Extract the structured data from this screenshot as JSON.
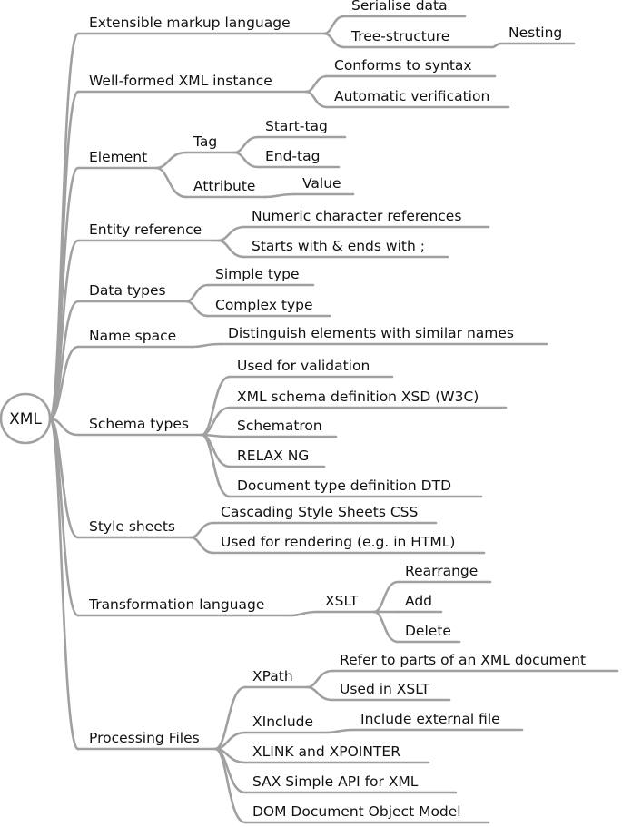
{
  "root": {
    "label": "XML"
  },
  "branches": [
    {
      "label": "Extensible markup language",
      "children": [
        {
          "label": "Serialise data"
        },
        {
          "label": "Tree-structure",
          "children": [
            {
              "label": "Nesting"
            }
          ]
        }
      ]
    },
    {
      "label": "Well-formed XML instance",
      "children": [
        {
          "label": "Conforms to syntax"
        },
        {
          "label": "Automatic verification"
        }
      ]
    },
    {
      "label": "Element",
      "children": [
        {
          "label": "Tag",
          "children": [
            {
              "label": "Start-tag"
            },
            {
              "label": "End-tag"
            }
          ]
        },
        {
          "label": "Attribute",
          "children": [
            {
              "label": "Value"
            }
          ]
        }
      ]
    },
    {
      "label": "Entity reference",
      "children": [
        {
          "label": "Numeric character references"
        },
        {
          "label": "Starts with & ends with ;"
        }
      ]
    },
    {
      "label": "Data types",
      "children": [
        {
          "label": "Simple type"
        },
        {
          "label": "Complex type"
        }
      ]
    },
    {
      "label": "Name space",
      "children": [
        {
          "label": "Distinguish elements with similar names"
        }
      ]
    },
    {
      "label": "Schema types",
      "children": [
        {
          "label": "Used for validation"
        },
        {
          "label": "XML schema definition XSD (W3C)"
        },
        {
          "label": "Schematron"
        },
        {
          "label": "RELAX NG"
        },
        {
          "label": "Document type definition DTD"
        }
      ]
    },
    {
      "label": "Style sheets",
      "children": [
        {
          "label": "Cascading Style Sheets CSS"
        },
        {
          "label": "Used for rendering (e.g. in HTML)"
        }
      ]
    },
    {
      "label": "Transformation language",
      "children": [
        {
          "label": "XSLT",
          "children": [
            {
              "label": "Rearrange"
            },
            {
              "label": "Add"
            },
            {
              "label": "Delete"
            }
          ]
        }
      ]
    },
    {
      "label": "Processing Files",
      "children": [
        {
          "label": "XPath",
          "children": [
            {
              "label": "Refer to parts of an XML document"
            },
            {
              "label": "Used in XSLT"
            }
          ]
        },
        {
          "label": "XInclude",
          "children": [
            {
              "label": "Include external file"
            }
          ]
        },
        {
          "label": "XLINK and XPOINTER"
        },
        {
          "label": "SAX Simple API for XML"
        },
        {
          "label": "DOM Document Object Model"
        }
      ]
    }
  ]
}
